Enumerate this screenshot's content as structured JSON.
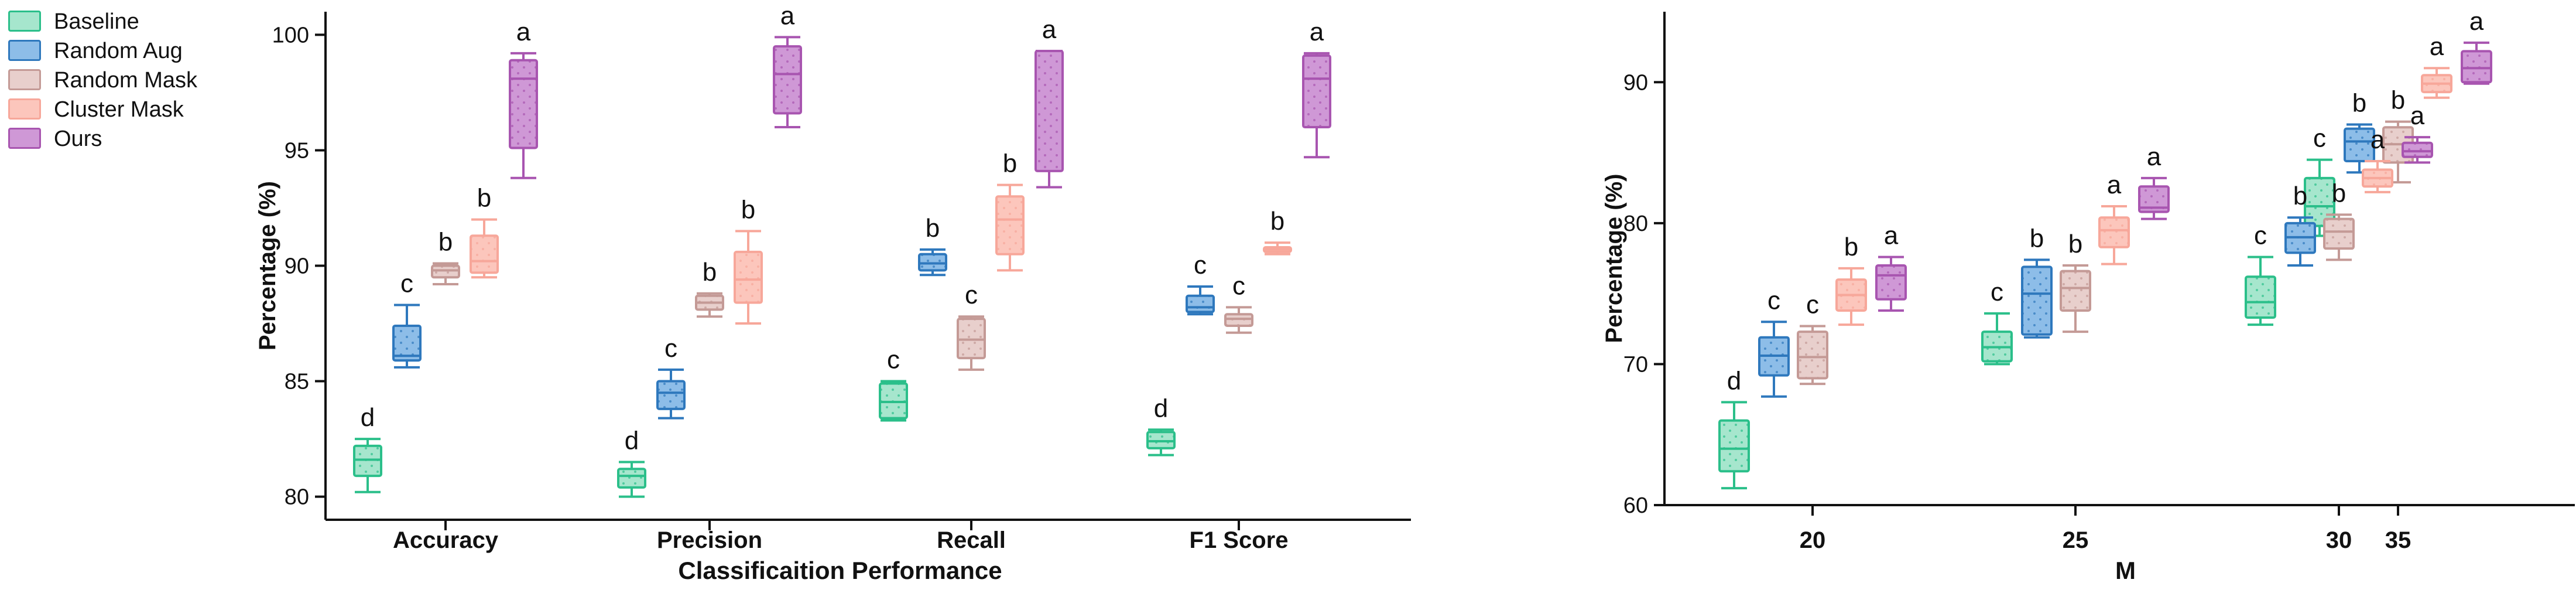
{
  "legend": [
    {
      "name": "Baseline",
      "stroke": "#2bbf8a",
      "fill": "#a6e6cd"
    },
    {
      "name": "Random Aug",
      "stroke": "#2e78bd",
      "fill": "#8dbde8"
    },
    {
      "name": "Random Mask",
      "stroke": "#c49a96",
      "fill": "#e8cfcc"
    },
    {
      "name": "Cluster Mask",
      "stroke": "#f7a79a",
      "fill": "#fcc6bc"
    },
    {
      "name": "Ours",
      "stroke": "#a855b0",
      "fill": "#cf98d6"
    }
  ],
  "chart_data": [
    {
      "type": "box",
      "title": "",
      "xlabel": "Classificaition Performance",
      "ylabel": "Percentage (%)",
      "ylim": [
        79,
        101
      ],
      "yticks": [
        80,
        85,
        90,
        95,
        100
      ],
      "grid": false,
      "categories": [
        "Accuracy",
        "Precision",
        "Recall",
        "F1 Score"
      ],
      "series": [
        {
          "name": "Baseline",
          "boxes": [
            {
              "min": 80.2,
              "q1": 80.9,
              "median": 81.6,
              "q3": 82.2,
              "max": 82.5,
              "letter": "d"
            },
            {
              "min": 80.0,
              "q1": 80.4,
              "median": 80.9,
              "q3": 81.2,
              "max": 81.5,
              "letter": "d"
            },
            {
              "min": 83.3,
              "q1": 83.4,
              "median": 84.1,
              "q3": 84.9,
              "max": 85.0,
              "letter": "c"
            },
            {
              "min": 81.8,
              "q1": 82.1,
              "median": 82.4,
              "q3": 82.8,
              "max": 82.9,
              "letter": "d"
            }
          ]
        },
        {
          "name": "Random Aug",
          "boxes": [
            {
              "min": 85.6,
              "q1": 85.9,
              "median": 86.1,
              "q3": 87.4,
              "max": 88.3,
              "letter": "c"
            },
            {
              "min": 83.4,
              "q1": 83.8,
              "median": 84.5,
              "q3": 85.0,
              "max": 85.5,
              "letter": "c"
            },
            {
              "min": 89.6,
              "q1": 89.8,
              "median": 90.1,
              "q3": 90.5,
              "max": 90.7,
              "letter": "b"
            },
            {
              "min": 87.9,
              "q1": 88.0,
              "median": 88.2,
              "q3": 88.7,
              "max": 89.1,
              "letter": "c"
            }
          ]
        },
        {
          "name": "Random Mask",
          "boxes": [
            {
              "min": 89.2,
              "q1": 89.5,
              "median": 89.8,
              "q3": 90.0,
              "max": 90.1,
              "letter": "b"
            },
            {
              "min": 87.8,
              "q1": 88.1,
              "median": 88.4,
              "q3": 88.7,
              "max": 88.8,
              "letter": "b"
            },
            {
              "min": 85.5,
              "q1": 86.0,
              "median": 86.8,
              "q3": 87.7,
              "max": 87.8,
              "letter": "c"
            },
            {
              "min": 87.1,
              "q1": 87.4,
              "median": 87.7,
              "q3": 87.9,
              "max": 88.2,
              "letter": "c"
            }
          ]
        },
        {
          "name": "Cluster Mask",
          "boxes": [
            {
              "min": 89.5,
              "q1": 89.7,
              "median": 90.2,
              "q3": 91.3,
              "max": 92.0,
              "letter": "b"
            },
            {
              "min": 87.5,
              "q1": 88.4,
              "median": 89.4,
              "q3": 90.6,
              "max": 91.5,
              "letter": "b"
            },
            {
              "min": 89.8,
              "q1": 90.5,
              "median": 92.0,
              "q3": 93.0,
              "max": 93.5,
              "letter": "b"
            },
            {
              "min": 90.5,
              "q1": 90.6,
              "median": 90.7,
              "q3": 90.8,
              "max": 91.0,
              "letter": "b"
            }
          ]
        },
        {
          "name": "Ours",
          "boxes": [
            {
              "min": 93.8,
              "q1": 95.1,
              "median": 98.1,
              "q3": 98.9,
              "max": 99.2,
              "letter": "a"
            },
            {
              "min": 96.0,
              "q1": 96.6,
              "median": 98.3,
              "q3": 99.5,
              "max": 99.9,
              "letter": "a"
            },
            {
              "min": 93.4,
              "q1": 94.1,
              "median": 99.3,
              "q3": 99.3,
              "max": 99.3,
              "letter": "a"
            },
            {
              "min": 94.7,
              "q1": 96.0,
              "median": 98.1,
              "q3": 99.1,
              "max": 99.2,
              "letter": "a"
            }
          ]
        }
      ]
    },
    {
      "type": "box",
      "title": "",
      "xlabel": "M",
      "ylabel": "Percentage (%)",
      "ylim": [
        60,
        95
      ],
      "yticks": [
        60,
        70,
        80,
        90
      ],
      "grid": false,
      "categories": [
        "20",
        "25",
        "30",
        "35"
      ],
      "series": [
        {
          "name": "Baseline",
          "boxes": [
            {
              "min": 61.2,
              "q1": 62.4,
              "median": 64.0,
              "q3": 66.0,
              "max": 67.3,
              "letter": "d"
            },
            {
              "min": 70.0,
              "q1": 70.2,
              "median": 71.2,
              "q3": 72.3,
              "max": 73.6,
              "letter": "c"
            },
            {
              "min": 72.8,
              "q1": 73.3,
              "median": 74.4,
              "q3": 76.2,
              "max": 77.6,
              "letter": "c"
            },
            {
              "min": 79.1,
              "q1": 79.8,
              "median": 81.2,
              "q3": 83.2,
              "max": 84.5,
              "letter": "c"
            }
          ]
        },
        {
          "name": "Random Aug",
          "boxes": [
            {
              "min": 67.7,
              "q1": 69.2,
              "median": 70.6,
              "q3": 71.9,
              "max": 73.0,
              "letter": "c"
            },
            {
              "min": 71.9,
              "q1": 72.1,
              "median": 75.0,
              "q3": 76.9,
              "max": 77.4,
              "letter": "b"
            },
            {
              "min": 77.0,
              "q1": 77.9,
              "median": 79.0,
              "q3": 80.0,
              "max": 80.4,
              "letter": "b"
            },
            {
              "min": 83.6,
              "q1": 84.4,
              "median": 85.8,
              "q3": 86.7,
              "max": 87.0,
              "letter": "b"
            }
          ]
        },
        {
          "name": "Random Mask",
          "boxes": [
            {
              "min": 68.6,
              "q1": 69.0,
              "median": 70.5,
              "q3": 72.3,
              "max": 72.7,
              "letter": "c"
            },
            {
              "min": 72.3,
              "q1": 73.8,
              "median": 75.4,
              "q3": 76.6,
              "max": 77.0,
              "letter": "b"
            },
            {
              "min": 77.4,
              "q1": 78.2,
              "median": 79.4,
              "q3": 80.3,
              "max": 80.6,
              "letter": "b"
            },
            {
              "min": 82.9,
              "q1": 84.3,
              "median": 85.6,
              "q3": 86.8,
              "max": 87.2,
              "letter": "b"
            }
          ]
        },
        {
          "name": "Cluster Mask",
          "boxes": [
            {
              "min": 72.8,
              "q1": 73.8,
              "median": 74.9,
              "q3": 76.0,
              "max": 76.8,
              "letter": "b"
            },
            {
              "min": 77.1,
              "q1": 78.3,
              "median": 79.5,
              "q3": 80.4,
              "max": 81.2,
              "letter": "a"
            },
            {
              "min": 82.2,
              "q1": 82.6,
              "median": 83.2,
              "q3": 83.8,
              "max": 84.4,
              "letter": "a"
            },
            {
              "min": 88.9,
              "q1": 89.3,
              "median": 89.9,
              "q3": 90.5,
              "max": 91.0,
              "letter": "a"
            }
          ]
        },
        {
          "name": "Ours",
          "boxes": [
            {
              "min": 73.8,
              "q1": 74.6,
              "median": 76.3,
              "q3": 77.0,
              "max": 77.6,
              "letter": "a"
            },
            {
              "min": 80.3,
              "q1": 80.8,
              "median": 81.1,
              "q3": 82.6,
              "max": 83.2,
              "letter": "a"
            },
            {
              "min": 84.3,
              "q1": 84.7,
              "median": 85.1,
              "q3": 85.7,
              "max": 86.1,
              "letter": "a"
            },
            {
              "min": 89.9,
              "q1": 90.0,
              "median": 91.0,
              "q3": 92.2,
              "max": 92.8,
              "letter": "a"
            }
          ]
        }
      ]
    }
  ]
}
